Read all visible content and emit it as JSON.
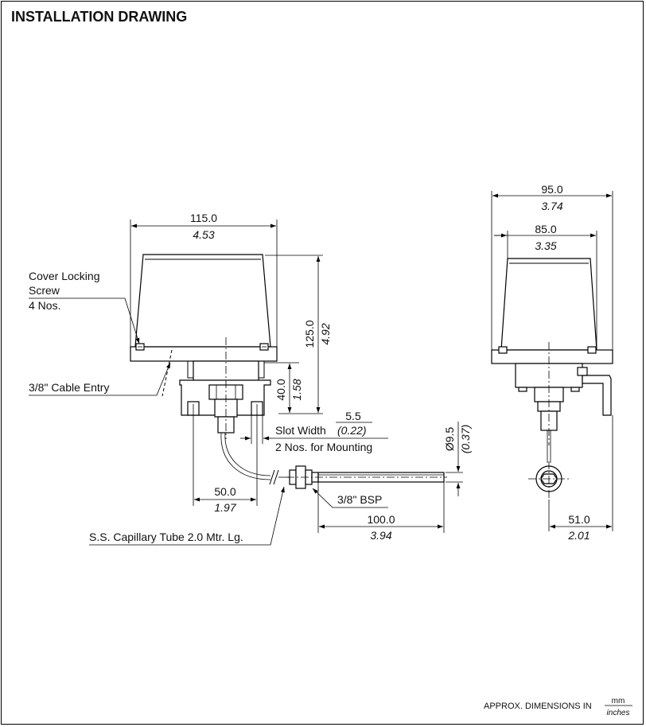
{
  "title": "INSTALLATION DRAWING",
  "front_view": {
    "width": {
      "mm": "115.0",
      "in": "4.53"
    },
    "height": {
      "mm": "125.0",
      "in": "4.92"
    },
    "base_height": {
      "mm": "40.0",
      "in": "1.58"
    },
    "mount_spacing": {
      "mm": "50.0",
      "in": "1.97"
    },
    "slot": {
      "mm": "5.5",
      "in": "(0.22)",
      "label": "Slot Width",
      "note": "2 Nos. for Mounting"
    },
    "probe_dia": {
      "mm": "Ø9.5",
      "in": "(0.37)"
    },
    "probe_length": {
      "mm": "100.0",
      "in": "3.94"
    },
    "labels": {
      "cover_screw": [
        "Cover Locking",
        "Screw",
        "4 Nos."
      ],
      "cable_entry": "3/8\" Cable Entry",
      "bsp": "3/8\" BSP",
      "capillary": "S.S. Capillary Tube 2.0 Mtr. Lg."
    }
  },
  "side_view": {
    "overall_width": {
      "mm": "95.0",
      "in": "3.74"
    },
    "cover_width": {
      "mm": "85.0",
      "in": "3.35"
    },
    "bracket": {
      "mm": "51.0",
      "in": "2.01"
    }
  },
  "footer": {
    "note": "APPROX. DIMENSIONS IN",
    "unit_top": "mm",
    "unit_bottom": "inches"
  }
}
